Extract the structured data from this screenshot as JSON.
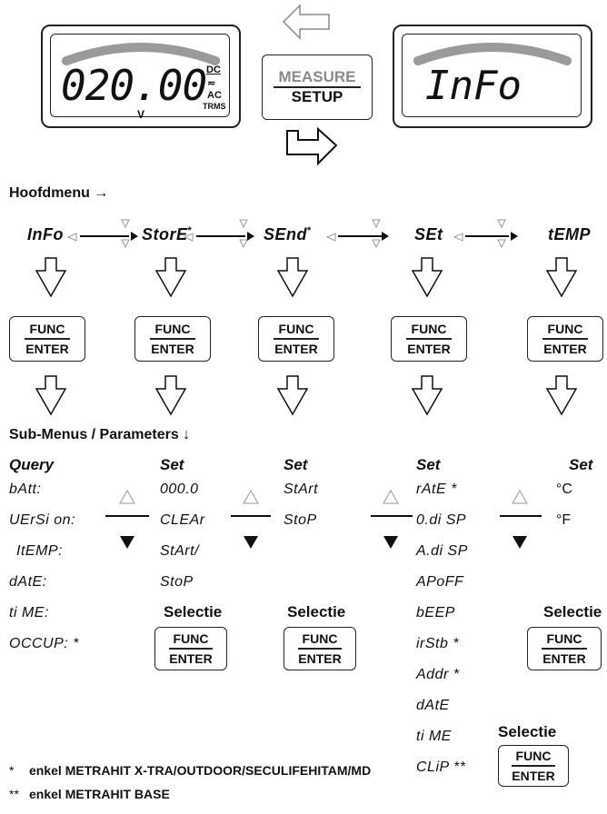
{
  "display_left": {
    "value": "020.00",
    "unit": "V",
    "dc": "DC",
    "ac": "AC",
    "trms": "TRMS"
  },
  "mode_key": {
    "top": "MEASURE",
    "bottom": "SETUP"
  },
  "display_right": {
    "text": "InFo"
  },
  "main_menu": {
    "label": "Hoofdmenu →",
    "items": [
      {
        "code": "InFo"
      },
      {
        "code": "StorE",
        "mark": "*"
      },
      {
        "code": "SEnd",
        "mark": "*"
      },
      {
        "code": "SEt"
      },
      {
        "code": "tEMP"
      }
    ]
  },
  "func_key": {
    "top": "FUNC",
    "bottom": "ENTER"
  },
  "sub_label": "Sub-Menus / Parameters ↓",
  "columns": [
    {
      "header": "Query",
      "items": [
        "bAtt:",
        "UErSi on:",
        "ItEMP:",
        "dAtE:",
        "ti ME:",
        "OCCUP: *"
      ]
    },
    {
      "header": "Set",
      "items": [
        "000.0",
        "CLEAr",
        "StArt/",
        "StoP"
      ],
      "select": "Selectie"
    },
    {
      "header": "Set",
      "items": [
        "StArt",
        "StoP"
      ],
      "select": "Selectie"
    },
    {
      "header": "Set",
      "items": [
        "rAtE *",
        "0.di SP",
        "A.di SP",
        "APoFF",
        "bEEP",
        "irStb *",
        "Addr *",
        "dAtE",
        "ti ME",
        "CLiP **"
      ],
      "select": "Selectie"
    },
    {
      "header": "Set",
      "items": [
        "°C",
        "°F"
      ],
      "select": "Selectie"
    }
  ],
  "footnotes": [
    {
      "mark": "*",
      "text": "enkel METRAHIT X-TRA/OUTDOOR/SECULIFEHITAM/MD"
    },
    {
      "mark": "**",
      "text": "enkel METRAHIT BASE"
    }
  ],
  "colors": {
    "display_arc": "#9a9a9a",
    "mode_top": "#8a8a8a",
    "ink": "#111111"
  }
}
